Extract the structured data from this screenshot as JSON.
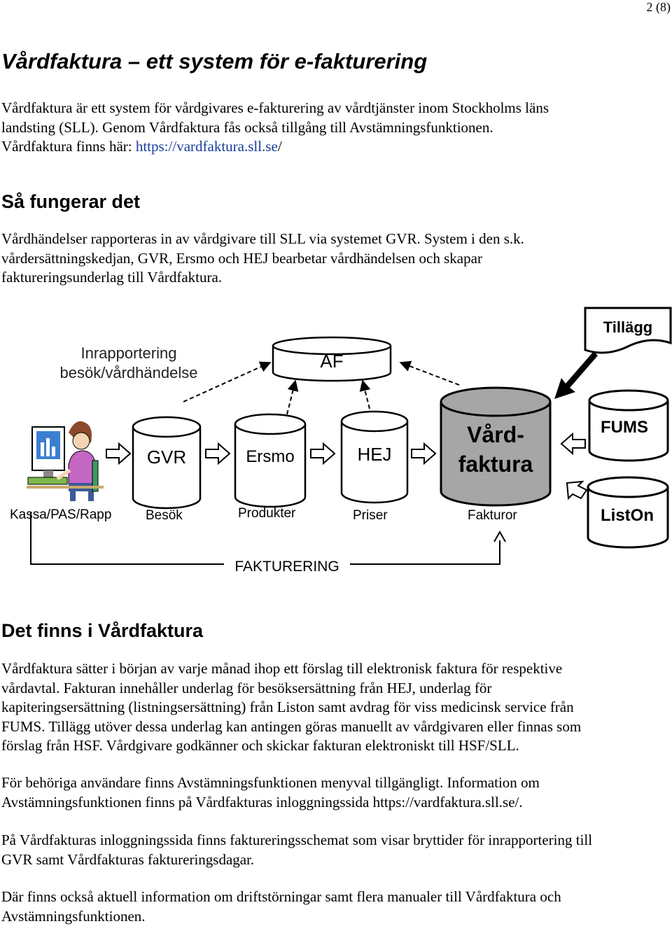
{
  "page_number": "2 (8)",
  "title": "Vårdfaktura – ett system för e-fakturering",
  "intro": {
    "line1": "Vårdfaktura är ett system för vårdgivares e-fakturering av vårdtjänster inom Stockholms läns",
    "line2": "landsting (SLL). Genom Vårdfaktura fås också tillgång till Avstämningsfunktionen.",
    "line3_prefix": "Vårdfaktura finns här: ",
    "link": "https://vardfaktura.sll.se",
    "line3_suffix": "/"
  },
  "section_how": {
    "heading": "Så fungerar det",
    "line1": "Vårdhändelser rapporteras in av vårdgivare till SLL via systemet GVR. System i den s.k.",
    "line2": "vårdersättningskedjan, GVR, Ersmo och HEJ bearbetar vårdhändelsen och skapar",
    "line3": "faktureringsunderlag till Vårdfaktura."
  },
  "diagram": {
    "reporting_label_1": "Inrapportering",
    "reporting_label_2": "besök/vårdhändelse",
    "af": "AF",
    "tillagg": "Tillägg",
    "gvr": "GVR",
    "ersmo": "Ersmo",
    "hej": "HEJ",
    "vardfaktura_1": "Vård-",
    "vardfaktura_2": "faktura",
    "fums": "FUMS",
    "liston": "ListOn",
    "label_kassa": "Kassa/PAS/Rapp",
    "label_besok": "Besök",
    "label_produkter": "Produkter",
    "label_priser": "Priser",
    "label_fakturor": "Fakturor",
    "fakturering": "FAKTURERING",
    "colors": {
      "vardfaktura_fill": "#a6a6a6",
      "person_top": "#c466c4",
      "screen": "#3c7fd1"
    }
  },
  "section_content": {
    "heading": "Det finns i Vårdfaktura",
    "p1": [
      "Vårdfaktura sätter i början av varje månad ihop ett förslag till elektronisk faktura för respektive",
      "vårdavtal. Fakturan innehåller underlag för besöksersättning från HEJ, underlag för",
      "kapiteringsersättning (listningsersättning) från Liston samt avdrag för viss medicinsk service från",
      "FUMS. Tillägg utöver dessa underlag kan antingen göras manuellt av vårdgivaren eller finnas som",
      "förslag från HSF. Vårdgivare godkänner och skickar fakturan elektroniskt till HSF/SLL."
    ],
    "p2": [
      "För behöriga användare finns Avstämningsfunktionen menyval tillgängligt. Information om",
      "Avstämningsfunktionen finns på Vårdfakturas inloggningssida https://vardfaktura.sll.se/."
    ],
    "p3": [
      "På Vårdfakturas inloggningssida finns faktureringsschemat som visar bryttider för inrapportering till",
      "GVR samt Vårdfakturas faktureringsdagar."
    ],
    "p4": [
      "Där finns också aktuell information om driftstörningar samt flera manualer till Vårdfaktura och",
      "Avstämningsfunktionen."
    ]
  }
}
